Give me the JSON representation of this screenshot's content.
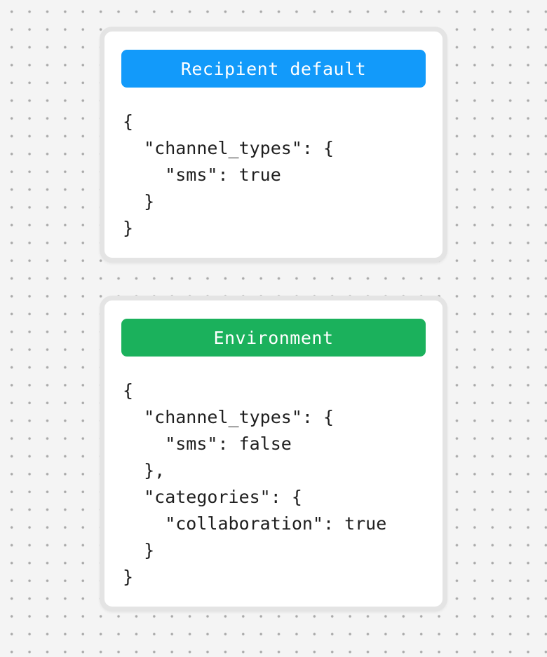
{
  "page": {
    "background_color": "#f4f4f4",
    "dot_color": "#a9a9a9",
    "card_border_color": "#e4e4e4",
    "code_text_color": "#1f1f1f"
  },
  "cards": [
    {
      "title": "Recipient default",
      "title_bg": "#129afa",
      "code_lines": [
        "{",
        "  \"channel_types\": {",
        "    \"sms\": true",
        "  }",
        "}"
      ]
    },
    {
      "title": "Environment",
      "title_bg": "#1bb15c",
      "code_lines": [
        "{",
        "  \"channel_types\": {",
        "    \"sms\": false",
        "  },",
        "  \"categories\": {",
        "    \"collaboration\": true",
        "  }",
        "}"
      ]
    }
  ]
}
